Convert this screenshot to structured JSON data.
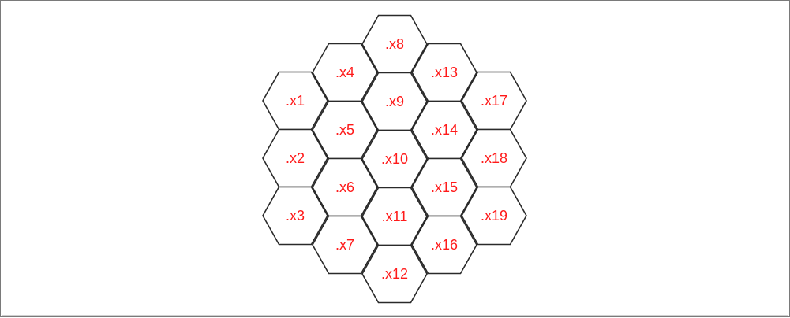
{
  "diagram": {
    "label_color": "#ff1a1a",
    "stroke_color": "#2a2a2a",
    "cells": [
      {
        "id": "x1",
        "label": ".x1",
        "col": 0,
        "row": 0
      },
      {
        "id": "x2",
        "label": ".x2",
        "col": 0,
        "row": 1
      },
      {
        "id": "x3",
        "label": ".x3",
        "col": 0,
        "row": 2
      },
      {
        "id": "x4",
        "label": ".x4",
        "col": 1,
        "row": 0
      },
      {
        "id": "x5",
        "label": ".x5",
        "col": 1,
        "row": 1
      },
      {
        "id": "x6",
        "label": ".x6",
        "col": 1,
        "row": 2
      },
      {
        "id": "x7",
        "label": ".x7",
        "col": 1,
        "row": 3
      },
      {
        "id": "x8",
        "label": ".x8",
        "col": 2,
        "row": 0
      },
      {
        "id": "x9",
        "label": ".x9",
        "col": 2,
        "row": 1
      },
      {
        "id": "x10",
        "label": ".x10",
        "col": 2,
        "row": 2
      },
      {
        "id": "x11",
        "label": ".x11",
        "col": 2,
        "row": 3
      },
      {
        "id": "x12",
        "label": ".x12",
        "col": 2,
        "row": 4
      },
      {
        "id": "x13",
        "label": ".x13",
        "col": 3,
        "row": 0
      },
      {
        "id": "x14",
        "label": ".x14",
        "col": 3,
        "row": 1
      },
      {
        "id": "x15",
        "label": ".x15",
        "col": 3,
        "row": 2
      },
      {
        "id": "x16",
        "label": ".x16",
        "col": 3,
        "row": 3
      },
      {
        "id": "x17",
        "label": ".x17",
        "col": 4,
        "row": 0
      },
      {
        "id": "x18",
        "label": ".x18",
        "col": 4,
        "row": 1
      },
      {
        "id": "x19",
        "label": ".x19",
        "col": 4,
        "row": 2
      }
    ]
  }
}
